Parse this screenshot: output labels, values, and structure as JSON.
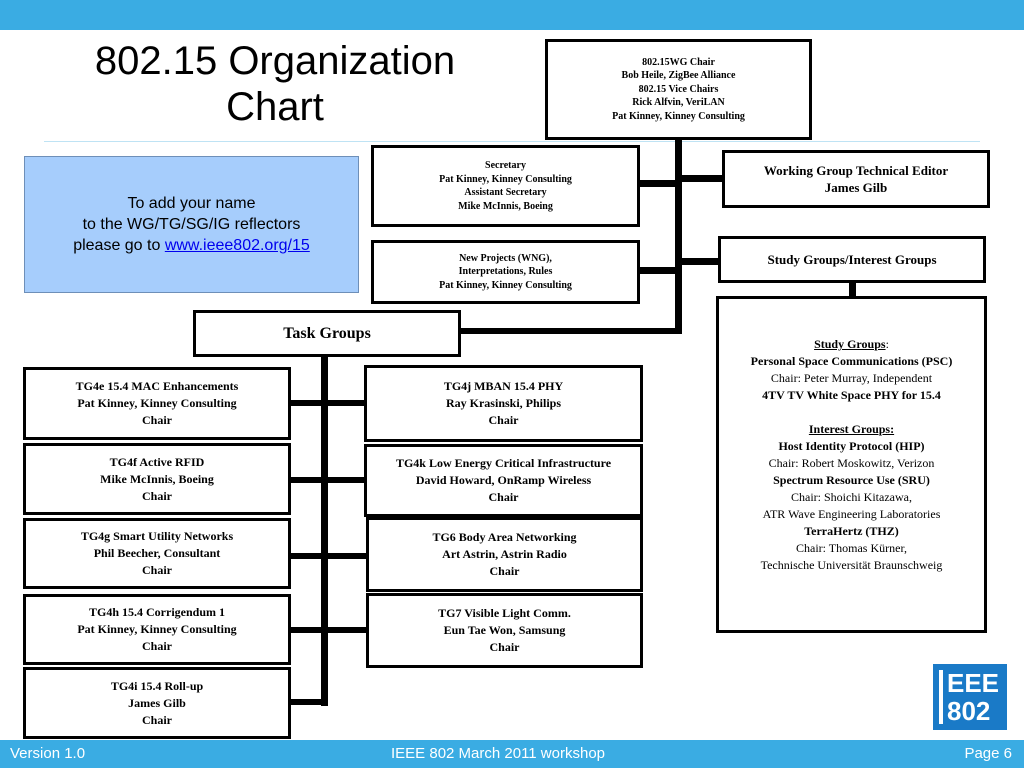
{
  "slide": {
    "title_line1": "802.15 Organization",
    "title_line2": "Chart",
    "footer_left": "Version 1.0",
    "footer_center": "IEEE 802 March 2011 workshop",
    "footer_right": "Page 6"
  },
  "info_box": {
    "line1": "To add your name",
    "line2": "to the WG/TG/SG/IG reflectors",
    "line3_prefix": "please go to ",
    "link_text": "www.ieee802.org/15"
  },
  "chair_box": [
    "802.15WG Chair",
    "Bob Heile, ZigBee Alliance",
    "802.15 Vice Chairs",
    "Rick Alfvin, VeriLAN",
    "Pat Kinney, Kinney Consulting"
  ],
  "secretary_box": [
    "Secretary",
    "Pat Kinney, Kinney Consulting",
    "Assistant Secretary",
    "Mike McInnis, Boeing"
  ],
  "new_projects_box": [
    "New Projects (WNG),",
    "Interpretations, Rules",
    "Pat Kinney, Kinney Consulting"
  ],
  "editor_box": [
    "Working Group Technical Editor",
    "James Gilb"
  ],
  "study_interest_header": "Study Groups/Interest Groups",
  "task_groups_header": "Task Groups",
  "task_groups_left": [
    [
      "TG4e 15.4 MAC Enhancements",
      "Pat Kinney, Kinney Consulting",
      "Chair"
    ],
    [
      "TG4f  Active RFID",
      "Mike McInnis, Boeing",
      "Chair"
    ],
    [
      "TG4g  Smart Utility Networks",
      "Phil Beecher, Consultant",
      "Chair"
    ],
    [
      "TG4h 15.4 Corrigendum 1",
      "Pat Kinney, Kinney Consulting",
      "Chair"
    ],
    [
      "TG4i 15.4 Roll-up",
      "James Gilb",
      "Chair"
    ]
  ],
  "task_groups_right": [
    [
      "TG4j MBAN 15.4 PHY",
      "Ray Krasinski, Philips",
      "Chair"
    ],
    [
      "TG4k Low Energy Critical Infrastructure",
      "David Howard, OnRamp Wireless",
      "Chair"
    ],
    [
      "TG6 Body Area Networking",
      "Art Astrin, Astrin Radio",
      "Chair"
    ],
    [
      "TG7 Visible Light Comm.",
      "Eun Tae Won, Samsung",
      "Chair"
    ]
  ],
  "study_groups": {
    "sg_heading": "Study Groups",
    "sg_colon": ":",
    "psc_name": "Personal Space Communications (PSC)",
    "psc_chair": "Chair: Peter Murray, Independent",
    "tv_name": "4TV TV White Space PHY for 15.4",
    "ig_heading": "Interest Groups:",
    "hip_name": "Host Identity Protocol (HIP)",
    "hip_chair": "Chair: Robert Moskowitz, Verizon",
    "sru_name": "Spectrum Resource Use (SRU)",
    "sru_chair1": "Chair: Shoichi Kitazawa,",
    "sru_chair2": "ATR Wave Engineering Laboratories",
    "thz_name": "TerraHertz (THZ)",
    "thz_chair1": "Chair: Thomas Kürner,",
    "thz_chair2": "Technische Universität Braunschweig"
  },
  "logo": {
    "line1": "EEE",
    "line2": "802"
  },
  "colors": {
    "accent_bar": "#3aace3",
    "info_fill": "#a6cdfc",
    "logo_blue": "#1a7ac7"
  }
}
